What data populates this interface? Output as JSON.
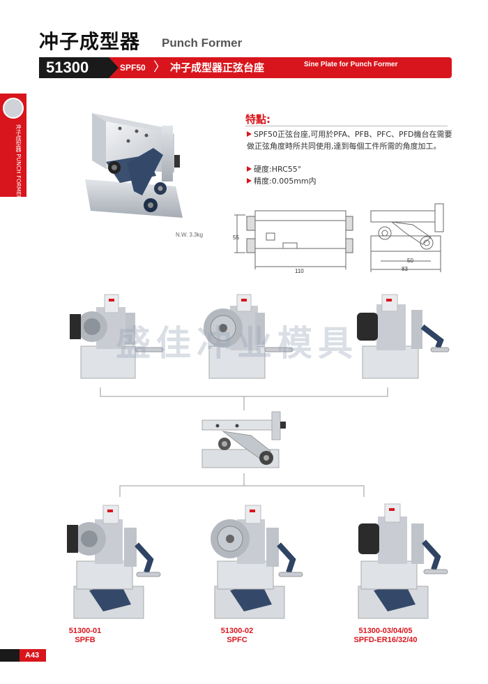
{
  "header": {
    "title_zh": "冲子成型器",
    "title_en": "Punch Former"
  },
  "banner": {
    "code": "51300",
    "model": "SPF50",
    "title_zh": "冲子成型器正弦台座",
    "title_en": "Sine Plate for Punch Former"
  },
  "side_tab": {
    "text": "冲子成型器 PUNCH FORMER"
  },
  "features": {
    "title": "特點:",
    "items": [
      "SPF50正弦台座,可用於PFA、PFB、PFC、PFD機台在需要做正弦角度時所共同使用,達到每個工件所需的角度加工。",
      "硬度:HRC55°",
      "精度:0.005mm内"
    ]
  },
  "weight": "N.W. 3.3kg",
  "dimensions": {
    "height": "55",
    "length": "110",
    "inner": "50",
    "width": "83"
  },
  "watermark": "盛佳冲业模具",
  "products": [
    {
      "code": "51300-01",
      "name": "SPFB"
    },
    {
      "code": "51300-02",
      "name": "SPFC"
    },
    {
      "code": "51300-03/04/05",
      "name": "SPFD-ER16/32/40"
    }
  ],
  "page_number": "A43",
  "colors": {
    "accent": "#d8151c",
    "dark": "#1a1a1a"
  }
}
